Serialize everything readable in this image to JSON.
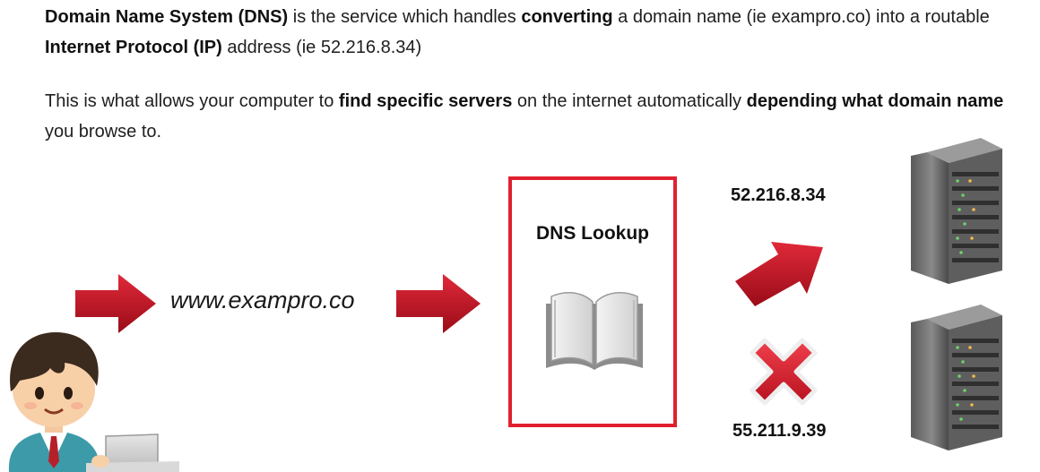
{
  "intro": {
    "p1": [
      {
        "t": "Domain Name System (DNS)",
        "b": true
      },
      {
        "t": " is the service which handles ",
        "b": false
      },
      {
        "t": "converting",
        "b": true
      },
      {
        "t": " a domain name (ie exampro.co) into a routable ",
        "b": false
      },
      {
        "t": "Internet Protocol (IP)",
        "b": true
      },
      {
        "t": " address (ie 52.216.8.34)",
        "b": false
      }
    ],
    "p2": [
      {
        "t": "This is what allows your computer to ",
        "b": false
      },
      {
        "t": "find specific servers",
        "b": true
      },
      {
        "t": " on the internet automatically ",
        "b": false
      },
      {
        "t": "depending what domain name",
        "b": true
      },
      {
        "t": " you browse to.",
        "b": false
      }
    ]
  },
  "diagram": {
    "domain_name": "www.exampro.co",
    "lookup_title": "DNS Lookup",
    "correct_ip": "52.216.8.34",
    "wrong_ip": "55.211.9.39",
    "colors": {
      "arrow": "#c4101f",
      "box": "#e0202f",
      "cross": "#e3232f"
    },
    "icons": [
      "arrow-right-icon",
      "book-icon",
      "x-mark-icon",
      "server-rack-icon",
      "user-at-computer-icon"
    ]
  }
}
